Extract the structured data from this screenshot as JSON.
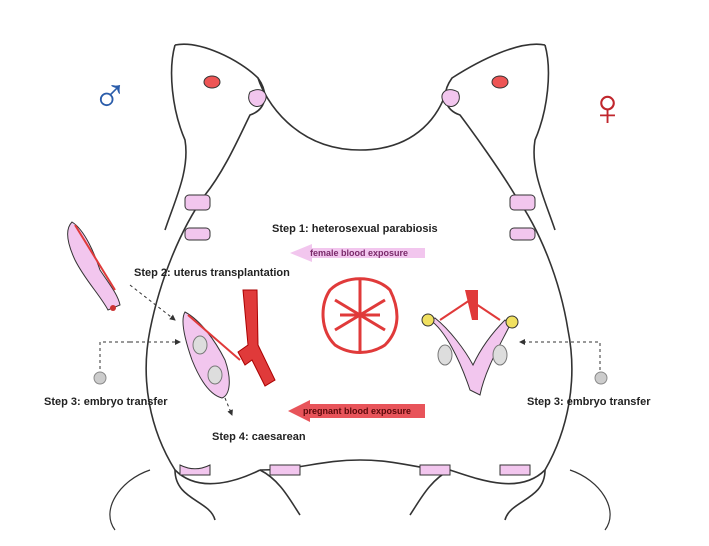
{
  "symbols": {
    "male": "♂",
    "female": "♀"
  },
  "colors": {
    "male": "#2a5caa",
    "female": "#c0262c",
    "vessel": "#e03a3a",
    "skin": "#f2c6ee",
    "outline": "#333333"
  },
  "labels": {
    "step1": "Step 1: heterosexual parabiosis",
    "female_blood": "female blood exposure",
    "step2": "Step 2: uterus transplantation",
    "step3_left": "Step 3: embryo transfer",
    "step3_right": "Step 3: embryo transfer",
    "step4": "Step 4: caesarean",
    "pregnant_blood": "pregnant blood exposure"
  }
}
